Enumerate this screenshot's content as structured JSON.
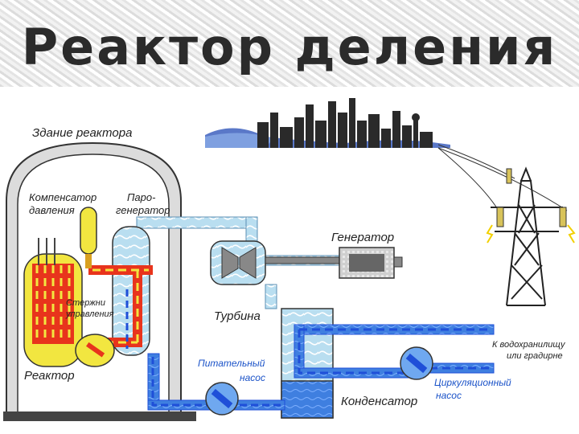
{
  "title": "Реактор деления",
  "labels": {
    "building": "Здание реактора",
    "pressurizer_1": "Компенсатор",
    "pressurizer_2": "давления",
    "steam_gen_1": "Паро-",
    "steam_gen_2": "генератор",
    "control_rods_1": "Стержни",
    "control_rods_2": "управления",
    "reactor": "Реактор",
    "turbine": "Турбина",
    "generator": "Генератор",
    "feed_pump_1": "Питательный",
    "feed_pump_2": "насос",
    "condenser": "Конденсатор",
    "circ_pump_1": "Циркуляционный",
    "circ_pump_2": "насос",
    "reservoir_1": "К водохранилищу",
    "reservoir_2": "или градирне"
  },
  "colors": {
    "primary_loop": "#e8341c",
    "secondary_loop": "#1f4fd8",
    "steam": "#a8d4ec",
    "reactor_vessel": "#f2e640",
    "city": "#2a2a2a",
    "sky": "#5a78c8"
  }
}
